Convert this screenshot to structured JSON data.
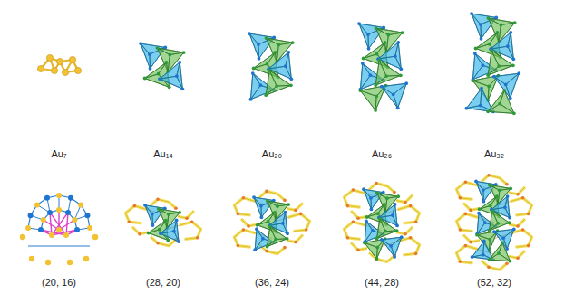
{
  "diagram": {
    "labels": [
      "Au₇",
      "Au₁₄",
      "Au₂₀",
      "Au₂₆",
      "Au₃₂",
      "(20, 16)",
      "(28, 20)",
      "(36, 24)",
      "(44, 28)",
      "(52, 32)"
    ]
  }
}
